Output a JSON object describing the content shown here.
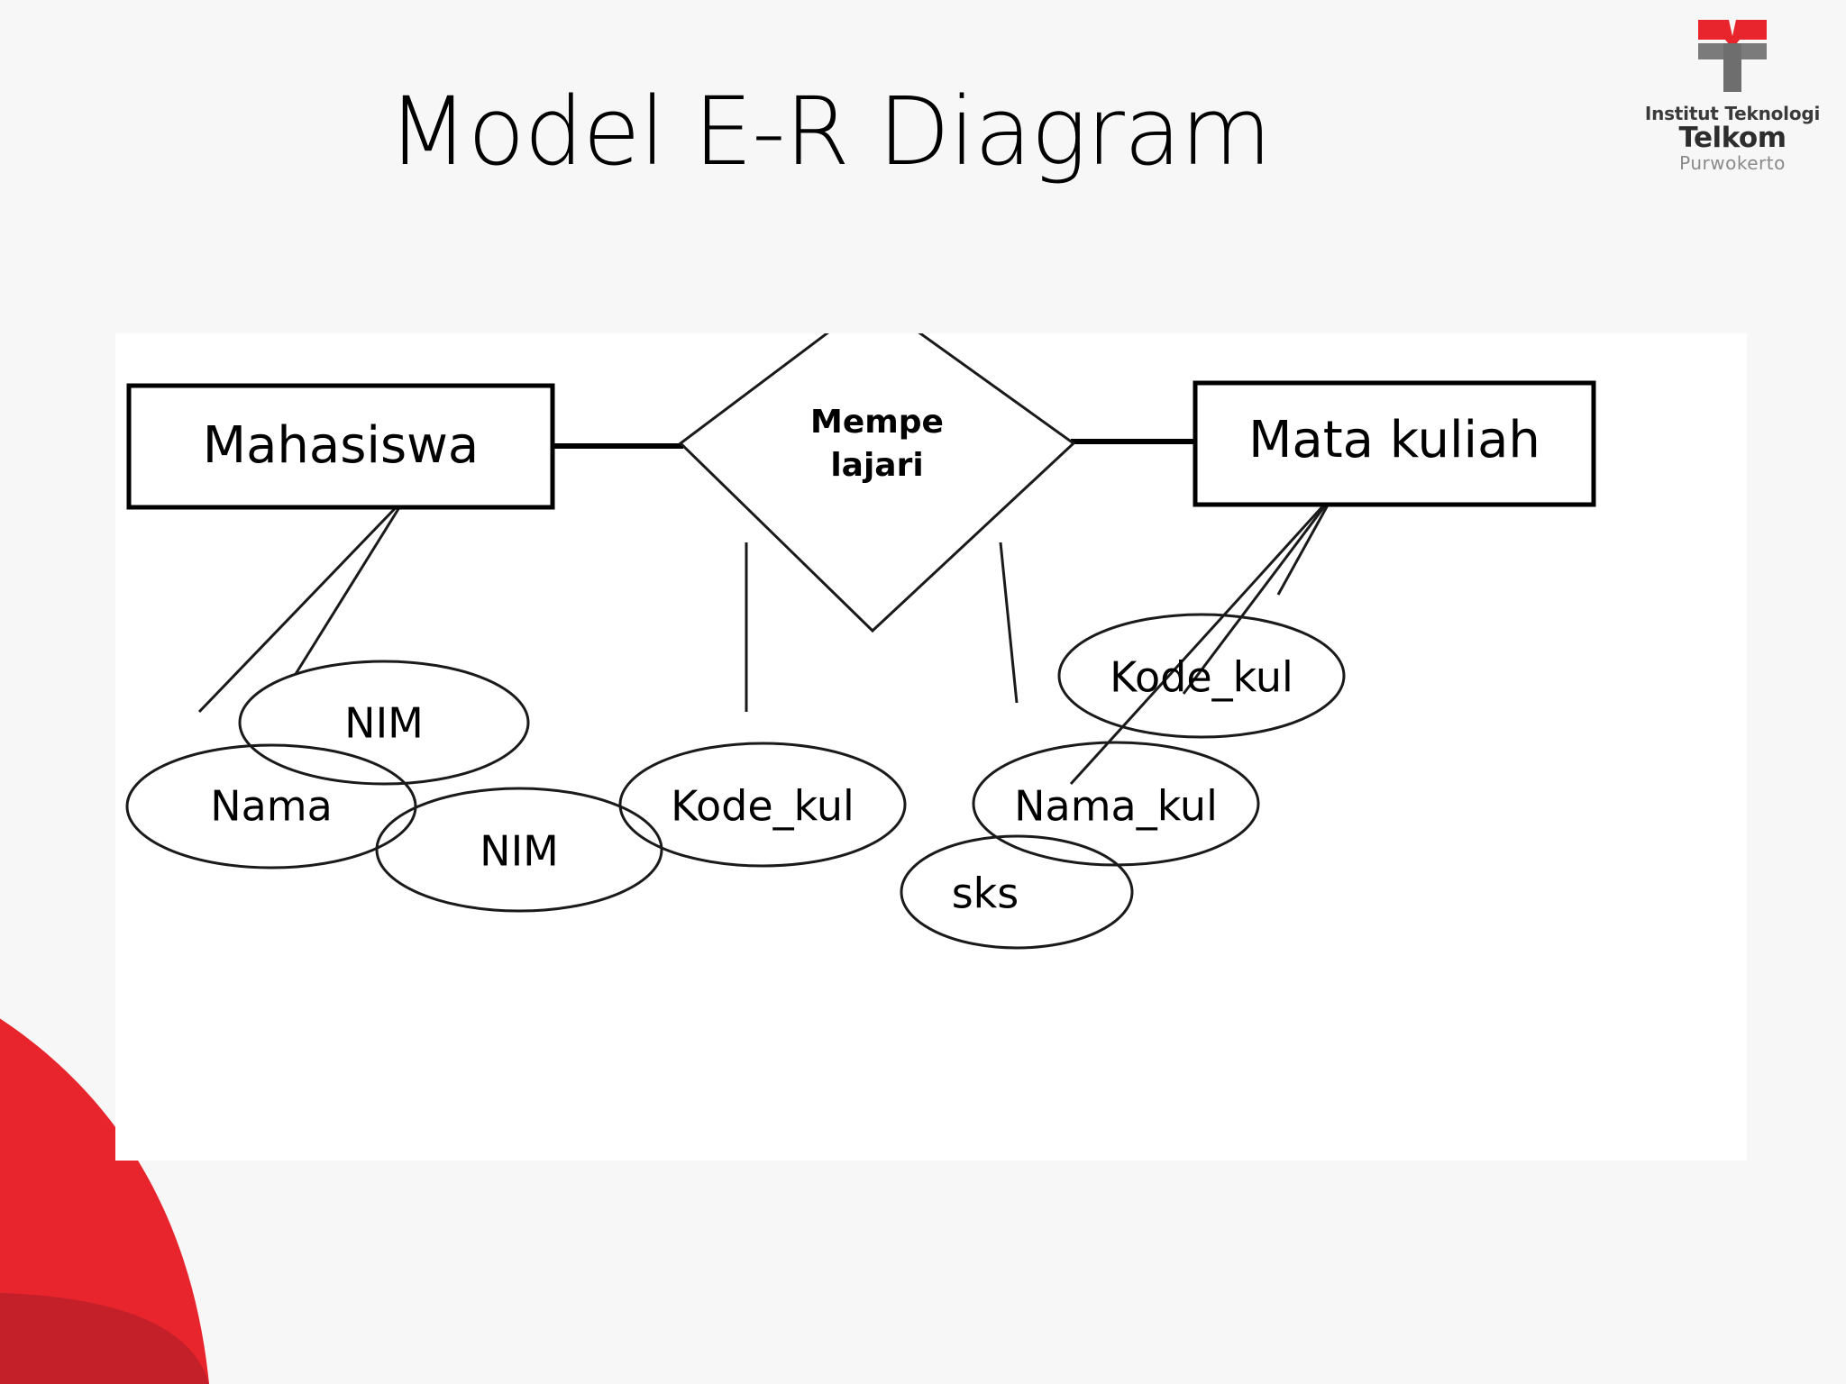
{
  "slide": {
    "title": "Model E-R Diagram",
    "background_color": "#f7f7f7",
    "panel_color": "#ffffff"
  },
  "logo": {
    "name": "institut-teknologi-telkom-purwokerto-logo",
    "line1": "Institut Teknologi",
    "line2": "Telkom",
    "line3": "Purwokerto",
    "mark_red": "#E8252C",
    "mark_gray": "#7B7B7B"
  },
  "decor": {
    "red_bright": "#E8252C",
    "red_dark": "#C3202A"
  },
  "diagram": {
    "type": "entity-relationship",
    "entities": [
      {
        "id": "mahasiswa",
        "label": "Mahasiswa"
      },
      {
        "id": "mata_kuliah",
        "label": "Mata kuliah"
      }
    ],
    "relationships": [
      {
        "id": "mempelajari",
        "label_line1": "Mempe",
        "label_line2": "lajari",
        "label": "Mempelajari",
        "connects": [
          "mahasiswa",
          "mata_kuliah"
        ]
      }
    ],
    "attributes": [
      {
        "id": "attr_nim",
        "label": "NIM",
        "owner": "mahasiswa"
      },
      {
        "id": "attr_nama",
        "label": "Nama",
        "owner": "mahasiswa"
      },
      {
        "id": "attr_rel_nim",
        "label": "NIM",
        "owner": "mempelajari"
      },
      {
        "id": "attr_rel_kode_kul",
        "label": "Kode_kul",
        "owner": "mempelajari"
      },
      {
        "id": "attr_kode_kul",
        "label": "Kode_kul",
        "owner": "mata_kuliah"
      },
      {
        "id": "attr_nama_kul",
        "label": "Nama_kul",
        "owner": "mata_kuliah"
      },
      {
        "id": "attr_sks",
        "label": "sks",
        "owner": "mata_kuliah"
      }
    ]
  }
}
